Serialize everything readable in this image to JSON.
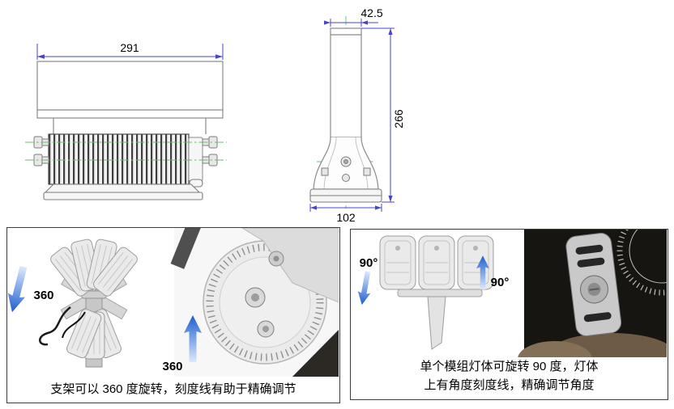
{
  "front_view": {
    "width_dim": "291"
  },
  "side_view": {
    "top_dim": "42.5",
    "height_dim": "266",
    "base_dim": "102"
  },
  "left_panel": {
    "arrow1_label": "360",
    "arrow2_label": "360",
    "caption": "支架可以 360 度旋转，刻度线有助于精确调节"
  },
  "right_panel": {
    "arrow1_label": "90°",
    "arrow2_label": "90°",
    "caption_line1": "单个模组灯体可旋转 90 度，灯体",
    "caption_line2": "上有角度刻度线，精确调节角度"
  },
  "colors": {
    "dimension_line": "#4646c8",
    "centerline_green": "#6abf6a",
    "arrow_blue": "#1d5ecf",
    "panel_border": "#3c3c3c"
  },
  "icons": {
    "rotate_down_arrow": "blue-gradient-down-arrow",
    "rotate_up_arrow": "blue-gradient-up-arrow"
  }
}
